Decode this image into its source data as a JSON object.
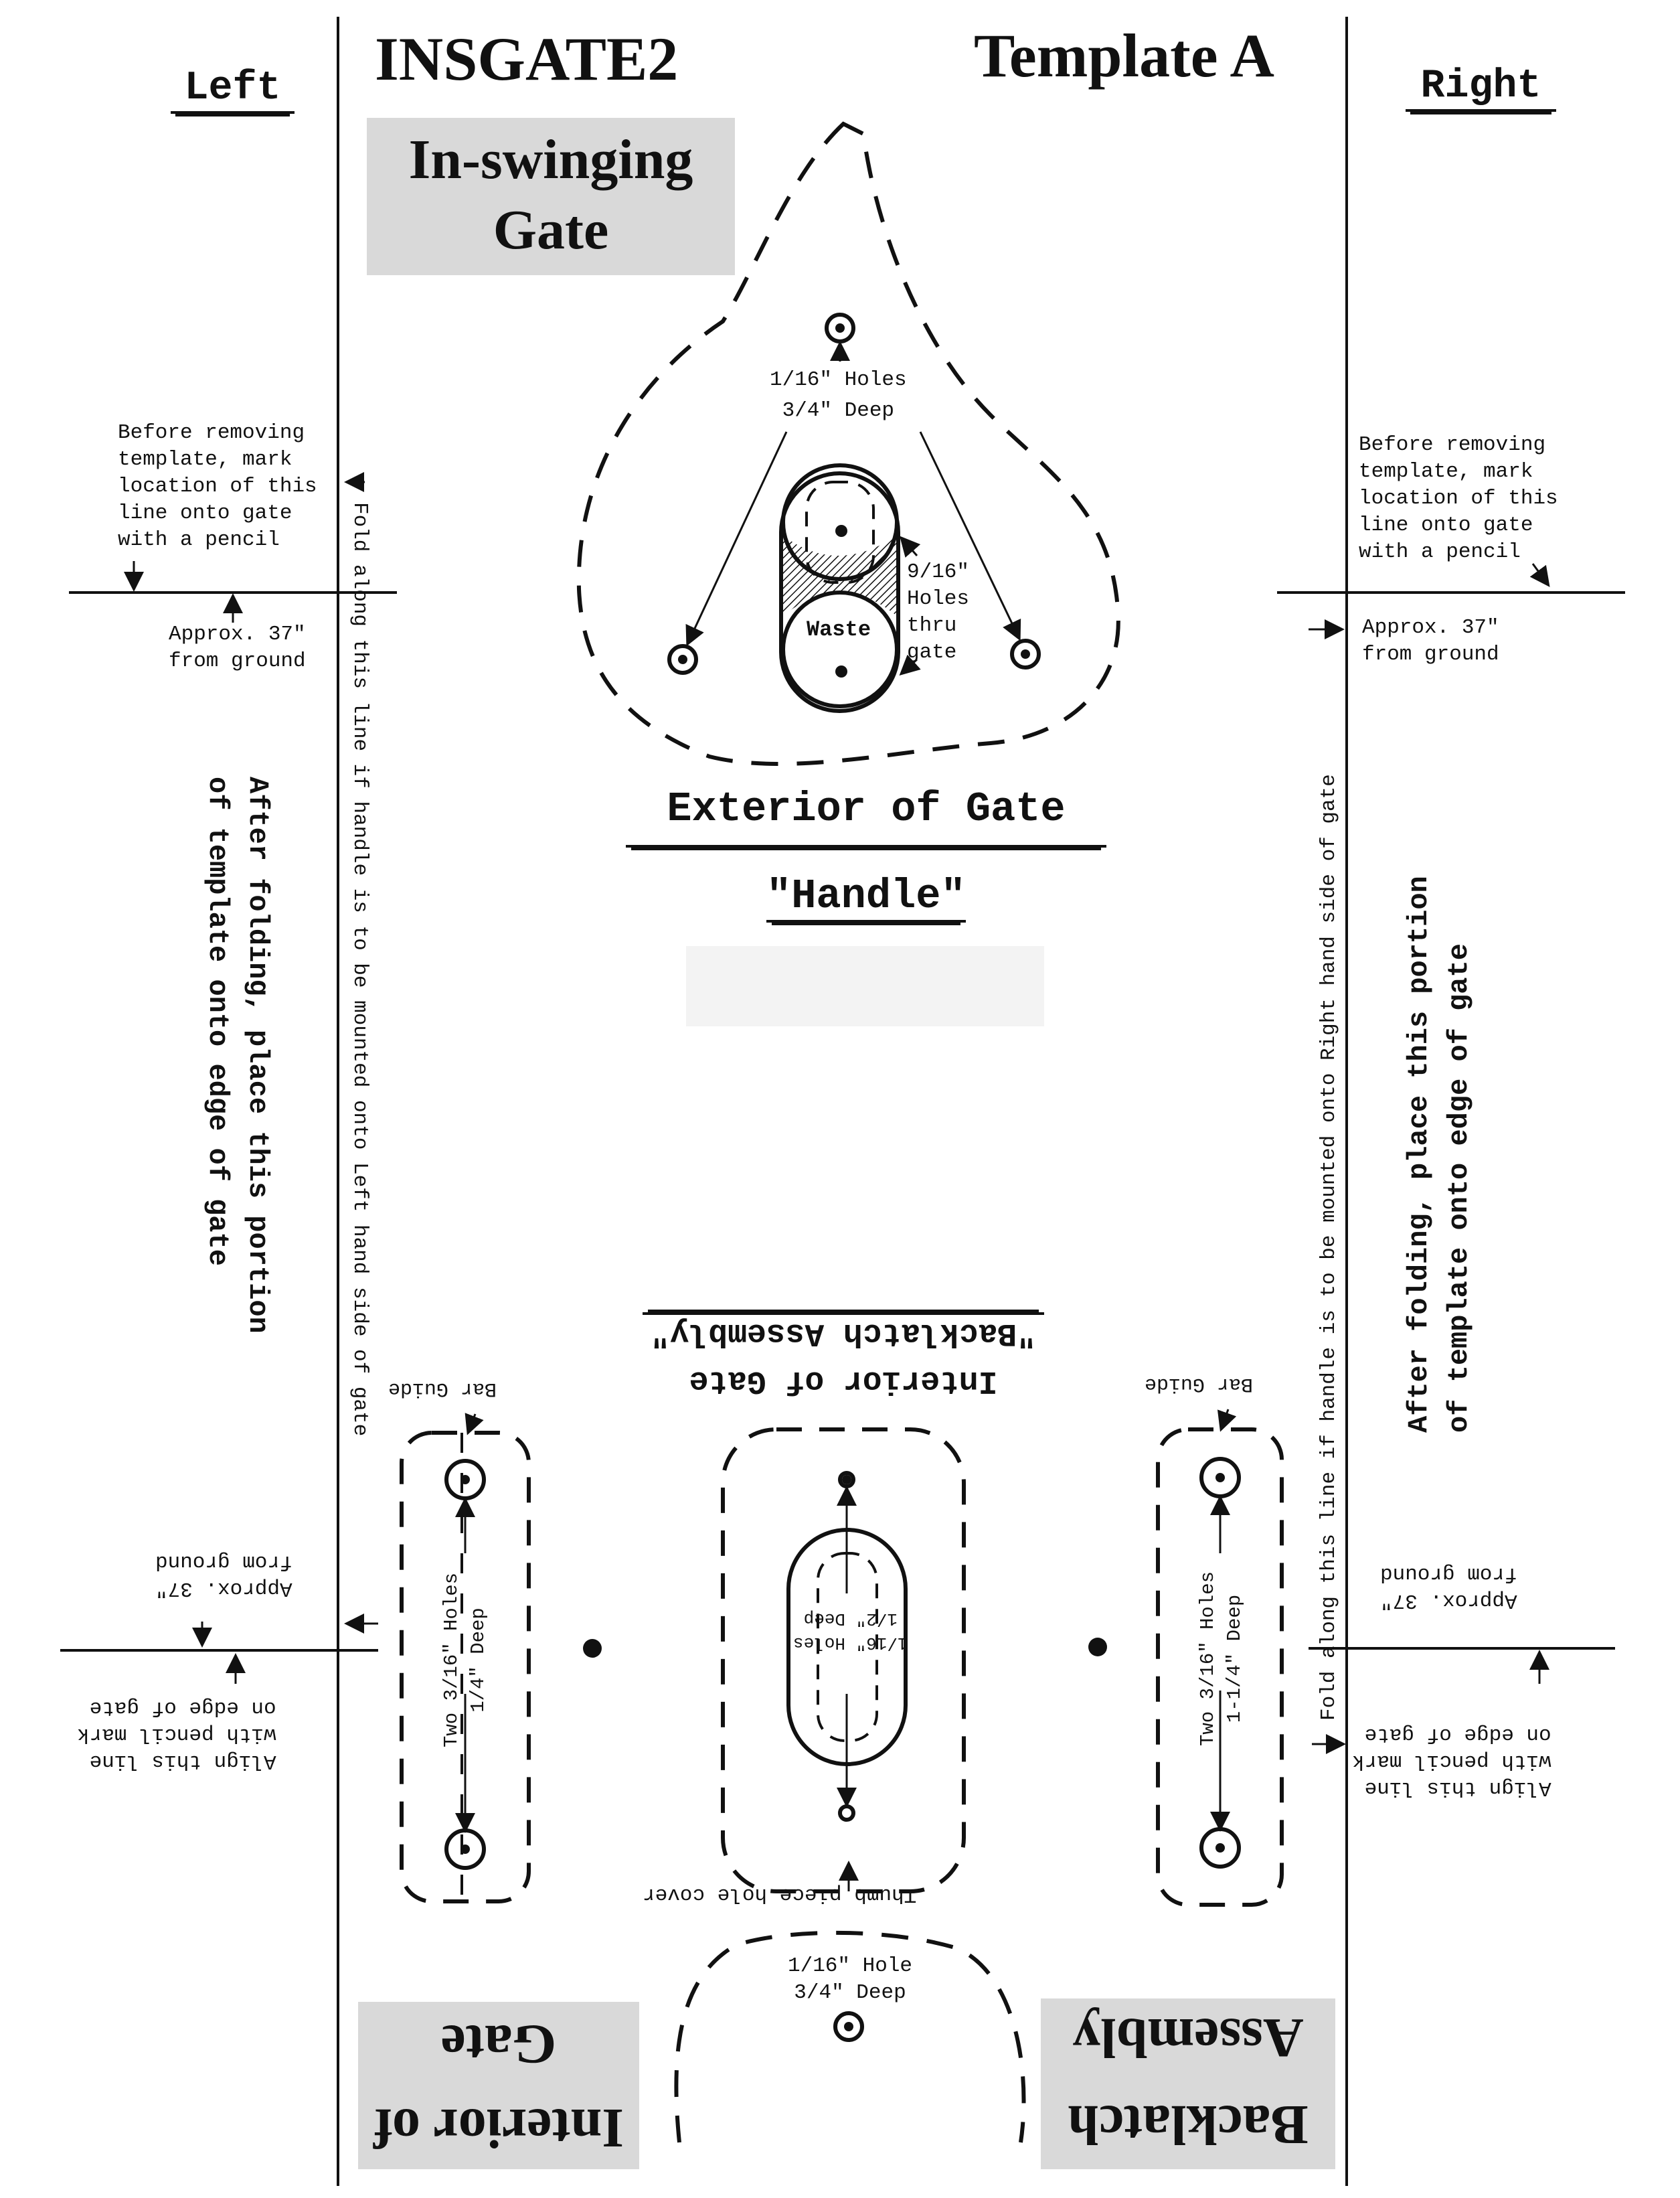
{
  "header": {
    "left_label": "Left",
    "right_label": "Right",
    "product_code": "INSGATE2",
    "template_name": "Template A",
    "subtitle_line1": "In-swinging",
    "subtitle_line2": "Gate"
  },
  "left_column": {
    "mark_note": "Before removing\ntemplate, mark\nlocation of this\nline onto gate\nwith a pencil",
    "approx_top": "Approx. 37\"\nfrom ground",
    "fold_instruction": "After folding, place this portion\nof template onto edge of gate",
    "approx_bottom": "Approx. 37\"\nfrom ground",
    "align_note": "Align this line\nwith pencil mark\non edge of gate"
  },
  "right_column": {
    "mark_note": "Before removing\ntemplate, mark\nlocation of this\nline onto gate\nwith a pencil",
    "approx_top": "Approx. 37\"\nfrom ground",
    "fold_instruction": "After folding, place this portion\nof template onto edge of gate",
    "approx_bottom": "Approx. 37\"\nfrom ground",
    "align_note": "Align this line\nwith pencil mark\non edge of gate"
  },
  "fold_lines": {
    "left_text": "Fold along this line if handle is to be mounted onto Left hand side of gate",
    "right_text": "Fold along this line if handle is to be mounted onto Right hand side of gate"
  },
  "exterior": {
    "holes_label": "1/16\" Holes\n3/4\" Deep",
    "thru_label": "9/16\"\nHoles\nthru\ngate",
    "waste_label": "Waste",
    "section_title": "Exterior of Gate",
    "handle_label": "\"Handle\""
  },
  "interior": {
    "section_title": "Interior of Gate",
    "backlatch_label": "\"Backlatch Assembly\"",
    "bar_guide_left": "Bar Guide",
    "bar_guide_right": "Bar Guide",
    "left_holes": "Two 3/16\" Holes\n1/4\" Deep",
    "right_holes": "Two 3/16\" Holes\n1-1/4\" Deep",
    "center_holes": "1/16\" Holes\n1/2\" Deep",
    "thumb_cover": "Thumb piece hole cover",
    "bottom_hole": "1/16\" Hole\n3/4\" Deep"
  },
  "footer_labels": {
    "interior_line1": "Interior of",
    "interior_line2": "Gate",
    "backlatch_line1": "Backlatch",
    "backlatch_line2": "Assembly"
  }
}
